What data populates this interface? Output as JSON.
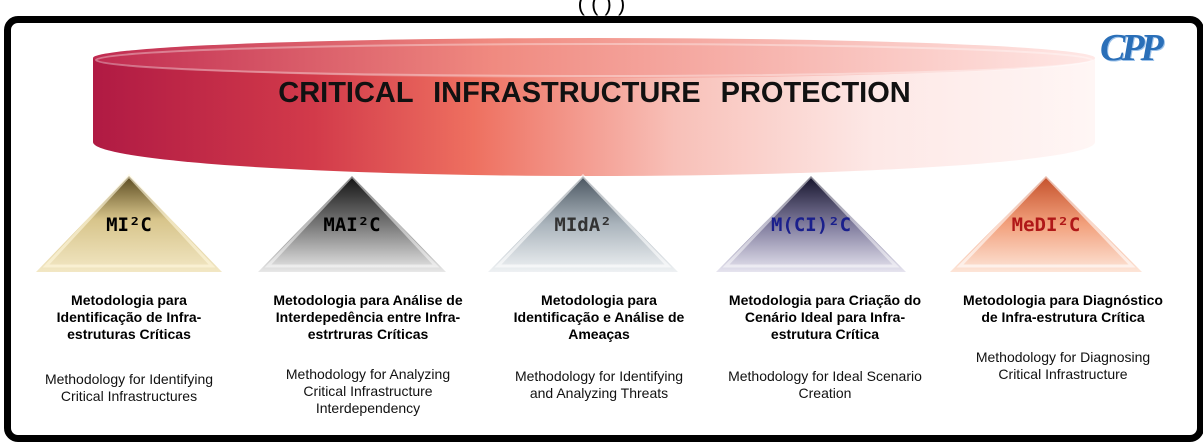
{
  "header_fragment": "( ( ) )",
  "banner": {
    "title": "CRITICAL   INFRASTRUCTURE   PROTECTION"
  },
  "logo": {
    "text": "CPP"
  },
  "colors": {
    "gold": "#b89a4c",
    "black": "#2b2b2b",
    "silver": "#8c9aa6",
    "purple": "#3b3560",
    "orange": "#e8805a",
    "label_blue": "#1a1f8c",
    "label_red": "#b01818"
  },
  "methodologies": [
    {
      "acronym": "MI²C",
      "pt": [
        "Metodologia para",
        "Identificação de Infra-",
        "estruturas Críticas"
      ],
      "en": [
        "Methodology for Identifying",
        "Critical Infrastructures"
      ]
    },
    {
      "acronym": "MAI²C",
      "pt": [
        "Metodologia para Análise de",
        "Interdepedência entre Infra-",
        "estrtruras Críticas"
      ],
      "en": [
        "Methodology for Analyzing",
        "Critical Infrastructure",
        "Interdependency"
      ]
    },
    {
      "acronym": "MIdA²",
      "pt": [
        "Metodologia para",
        "Identificação e Análise de",
        "Ameaças"
      ],
      "en": [
        "Methodology for Identifying",
        "and Analyzing Threats"
      ]
    },
    {
      "acronym": "M(CI)²C",
      "pt": [
        "Metodologia para Criação do",
        "Cenário Ideal para Infra-",
        "estrutura Crítica"
      ],
      "en": [
        "Methodology for Ideal Scenario",
        "Creation"
      ]
    },
    {
      "acronym": "MeDI²C",
      "pt": [
        "Metodologia para Diagnóstico",
        "de Infra-estrutura Crítica"
      ],
      "en": [
        "Methodology for Diagnosing",
        "Critical Infrastructure"
      ]
    }
  ]
}
